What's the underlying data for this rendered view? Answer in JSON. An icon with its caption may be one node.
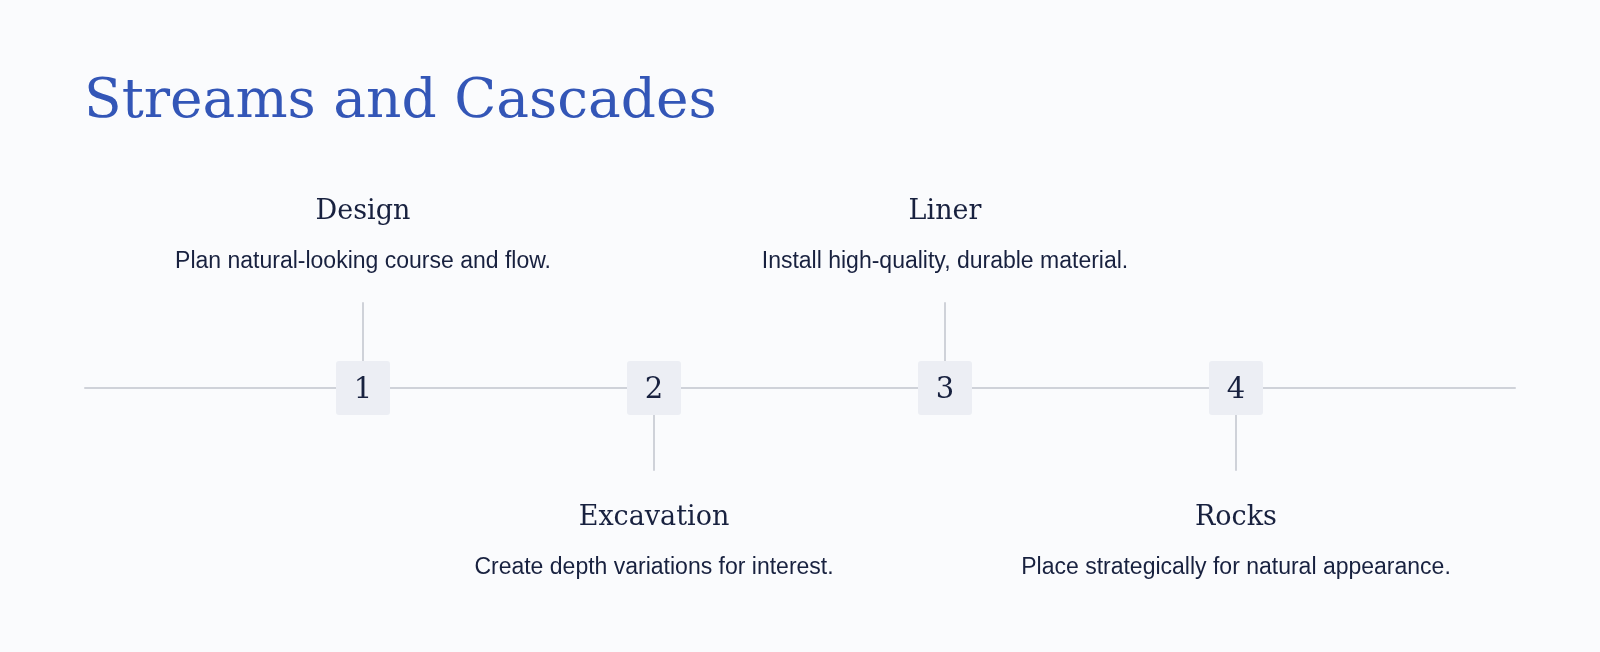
{
  "diagram": {
    "title": "Streams and Cascades",
    "nodes": [
      {
        "text": [
          "1"
        ]
      },
      {
        "text": [
          "2"
        ]
      },
      {
        "text": [
          "3"
        ]
      },
      {
        "text": [
          "4"
        ]
      },
      {
        "text": [
          "Design",
          "Plan natural-looking course and flow."
        ]
      },
      {
        "text": [
          "Excavation",
          "Create depth variations for interest."
        ]
      },
      {
        "text": [
          "Liner",
          "Install high-quality, durable material."
        ]
      },
      {
        "text": [
          "Rocks",
          "Place strategically for natural appearance."
        ]
      }
    ],
    "edges": [
      {
        "from": null,
        "to": 0,
        "arrow": "none"
      },
      {
        "from": 0,
        "to": 1,
        "arrow": "none"
      },
      {
        "from": 1,
        "to": 2,
        "arrow": "none"
      },
      {
        "from": 2,
        "to": 3,
        "arrow": "none"
      },
      {
        "from": 3,
        "to": null,
        "arrow": "none"
      },
      {
        "from": 0,
        "to": 4,
        "arrow": "none"
      },
      {
        "from": 1,
        "to": 5,
        "arrow": "none"
      },
      {
        "from": 2,
        "to": 6,
        "arrow": "none"
      },
      {
        "from": 3,
        "to": 7,
        "arrow": "none"
      }
    ]
  }
}
